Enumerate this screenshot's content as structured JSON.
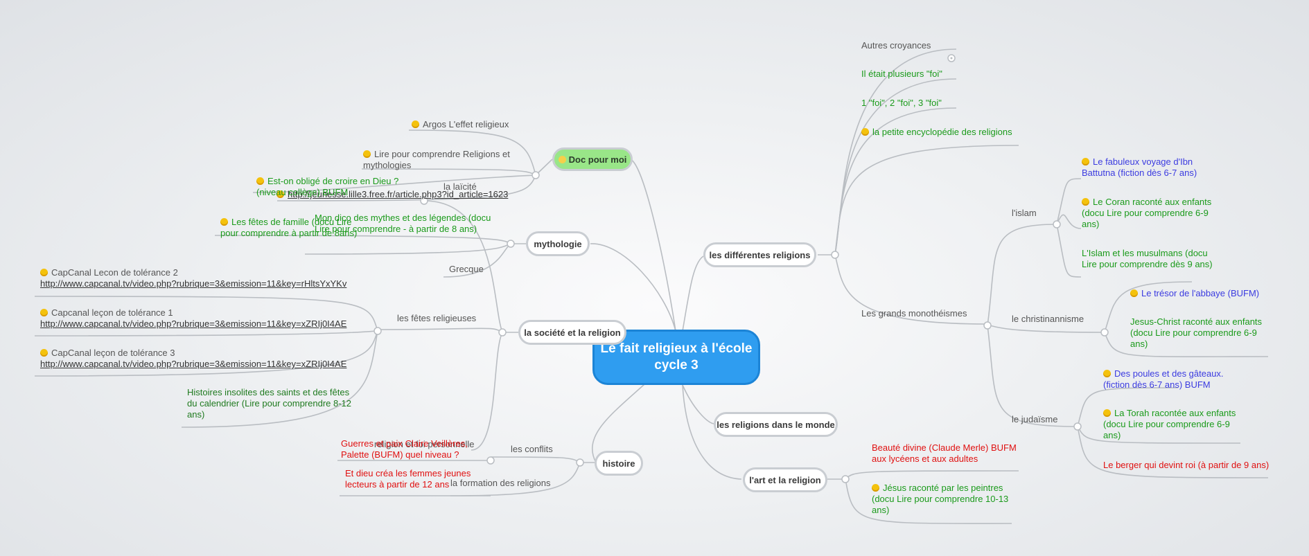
{
  "center": "Le fait religieux à l'école cycle 3",
  "main_nodes": {
    "doc": "Doc pour moi",
    "mythologie": "mythologie",
    "societe": "la société et la religion",
    "histoire": "histoire",
    "religions": "les différentes religions",
    "monde": "les religions dans le monde",
    "art": "l'art et la religion"
  },
  "doc": {
    "argos": "Argos L'effet religieux",
    "lire": "Lire pour comprendre Religions et mythologies",
    "jeunesse": "http://jeunesse.lille3.free.fr/article.php3?id_article=1623"
  },
  "mythologie": {
    "dico": "Mon dico des mythes et des légendes (docu Lire pour comprendre - à partir de 8 ans)",
    "grecque": "Grecque"
  },
  "societe": {
    "laicite": "la laïcité",
    "laicite_leaf": "Est-on obligé de croire en Dieu ? (niveau collège) BUFM",
    "fetes": "les fêtes religieuses",
    "fetes_famille": "Les fêtes de famille (docu Lire pour comprendre à partir de 8ans)",
    "capcanal2_title": "CapCanal Lecon de tolérance 2",
    "capcanal2_url": "http://www.capcanal.tv/video.php?rubrique=3&emission=11&key=rHltsYxYKv",
    "capcanal1_title": "Capcanal leçon de tolérance 1",
    "capcanal1_url": "http://www.capcanal.tv/video.php?rubrique=3&emission=11&key=xZRIj0I4AE",
    "capcanal3_title": "CapCanal leçon de tolérance 3",
    "capcanal3_url": "http://www.capcanal.tv/video.php?rubrique=3&emission=11&key=xZRIj0I4AE",
    "insolites": "Histoires insolites des saints et des fêtes du calendrier (Lire pour comprendre 8-12 ans)",
    "religion_perso": "religion et foi personnelle"
  },
  "histoire": {
    "conflits": "les conflits",
    "guerres": "Guerres et paix Claire Veillères, Palette (BUFM) quel niveau ?",
    "formation": "la formation des religions",
    "dieu": "Et dieu créa les femmes jeunes lecteurs à partir de 12 ans"
  },
  "religions": {
    "autres": "Autres croyances",
    "plusieurs": "Il était plusieurs \"foi\"",
    "un_foi": "1 \"foi\", 2 \"foi\", 3 \"foi\"",
    "encyclo": "la petite encyclopédie des religions",
    "grands": "Les grands monothéismes",
    "islam": "l'islam",
    "ibn": "Le fabuleux voyage d'Ibn Battutna (fiction dès 6-7 ans)",
    "coran": "Le Coran raconté aux enfants (docu Lire pour comprendre 6-9 ans)",
    "islam_mus": "L'Islam et les musulmans (docu Lire pour comprendre dès 9 ans)",
    "christ": "le christinannisme",
    "tresor": "Le trésor de l'abbaye (BUFM)",
    "jesus": "Jesus-Christ raconté aux enfants (docu Lire pour comprendre 6-9 ans)",
    "juda": "le judaïsme",
    "poules": "Des poules et des gâteaux. (fiction dès 6-7 ans) BUFM",
    "torah": "La Torah racontée aux enfants (docu Lire pour comprendre 6-9 ans)",
    "berger": "Le berger qui devint roi (à partir de 9 ans)"
  },
  "art": {
    "beaute": "Beauté divine (Claude Merle) BUFM aux lycéens et aux adultes",
    "jesus_peintres": "Jésus raconté par les peintres (docu Lire pour comprendre 10-13 ans)"
  }
}
